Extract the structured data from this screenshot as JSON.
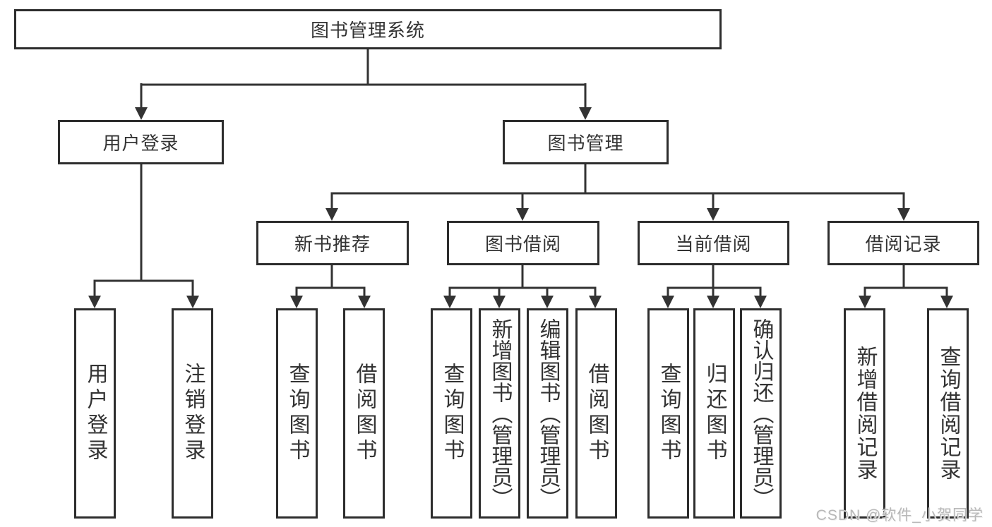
{
  "nodes": {
    "root": "图书管理系统",
    "level2": [
      "用户登录",
      "图书管理"
    ],
    "level3": [
      "新书推荐",
      "图书借阅",
      "当前借阅",
      "借阅记录"
    ],
    "leaves": [
      "用户登录",
      "注销登录",
      "查询图书",
      "借阅图书",
      "查询图书",
      "新增图书（管理员）",
      "编辑图书（管理员）",
      "借阅图书",
      "查询图书",
      "归还图书",
      "确认归还（管理员）",
      "新增借阅记录",
      "查询借阅记录"
    ]
  },
  "watermark": "CSDN @软件_小贺同学",
  "colors": {
    "line": "#333333",
    "text": "#333333",
    "box_background": "#ffffff",
    "page_background": "#ffffff",
    "watermark": "#b8b8b8"
  }
}
